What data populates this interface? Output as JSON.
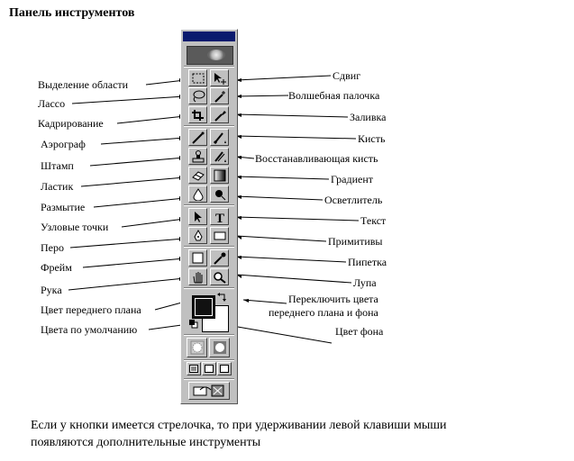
{
  "title": "Панель инструментов",
  "left_labels": {
    "selection": "Выделение области",
    "lasso": "Лассо",
    "crop": "Кадрирование",
    "airbrush": "Аэрограф",
    "stamp": "Штамп",
    "eraser": "Ластик",
    "blur": "Размытие",
    "anchor": "Узловые точки",
    "pen": "Перо",
    "frame": "Фрейм",
    "hand": "Рука",
    "fg_color": "Цвет переднего плана",
    "default_colors": "Цвета по умолчанию"
  },
  "right_labels": {
    "move": "Сдвиг",
    "magic_wand": "Волшебная палочка",
    "fill": "Заливка",
    "brush": "Кисть",
    "history_brush": "Восстанавливающая кисть",
    "gradient": "Градиент",
    "dodge": "Осветлитель",
    "text": "Текст",
    "shapes": "Примитивы",
    "eyedropper": "Пипетка",
    "zoom": "Лупа",
    "swap_line1": "Переключить цвета",
    "swap_line2": "переднего плана и фона",
    "bg_color": "Цвет фона"
  },
  "footer": {
    "line1": "Если у кнопки имеется стрелочка, то при удерживании левой клавиши мыши",
    "line2": "появляются дополнительные инструменты"
  },
  "colors": {
    "toolbar_bg": "#c0c0c0",
    "titlebar": "#0a1a6e",
    "foreground": "#111111",
    "background": "#ffffff"
  },
  "icons": [
    "marquee-icon",
    "move-icon",
    "lasso-icon",
    "magic-wand-icon",
    "crop-icon",
    "fill-icon",
    "airbrush-icon",
    "brush-icon",
    "stamp-icon",
    "history-brush-icon",
    "eraser-icon",
    "gradient-icon",
    "blur-icon",
    "dodge-icon",
    "arrow-icon",
    "text-icon",
    "pen-icon",
    "rectangle-icon",
    "frame-icon",
    "eyedropper-icon",
    "hand-icon",
    "magnifier-icon",
    "swap-icon",
    "default-colors-icon",
    "standard-mode-icon",
    "quickmask-mode-icon",
    "screen-mode-icon",
    "jump-to-icon"
  ]
}
